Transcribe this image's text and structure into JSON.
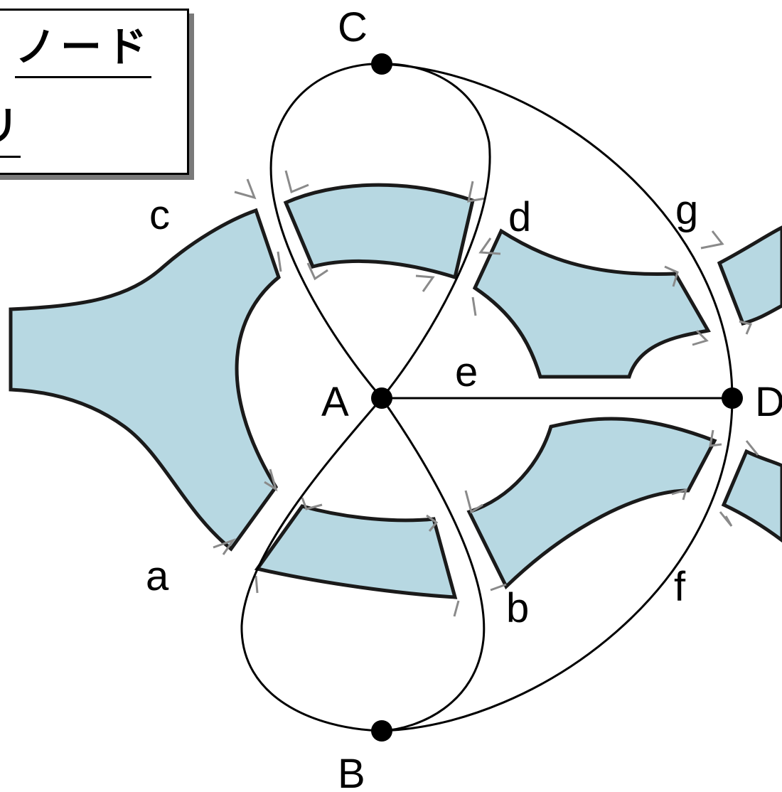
{
  "legend": {
    "node_label": "ノード",
    "link_label": "リンク"
  },
  "nodes": {
    "A": "A",
    "B": "B",
    "C": "C",
    "D": "D"
  },
  "edges": {
    "a": "a",
    "b": "b",
    "c": "c",
    "d": "d",
    "e": "e",
    "f": "f",
    "g": "g"
  },
  "colors": {
    "water": "#b7d8e2",
    "line": "#000000",
    "arrow": "#8a8a8a"
  }
}
